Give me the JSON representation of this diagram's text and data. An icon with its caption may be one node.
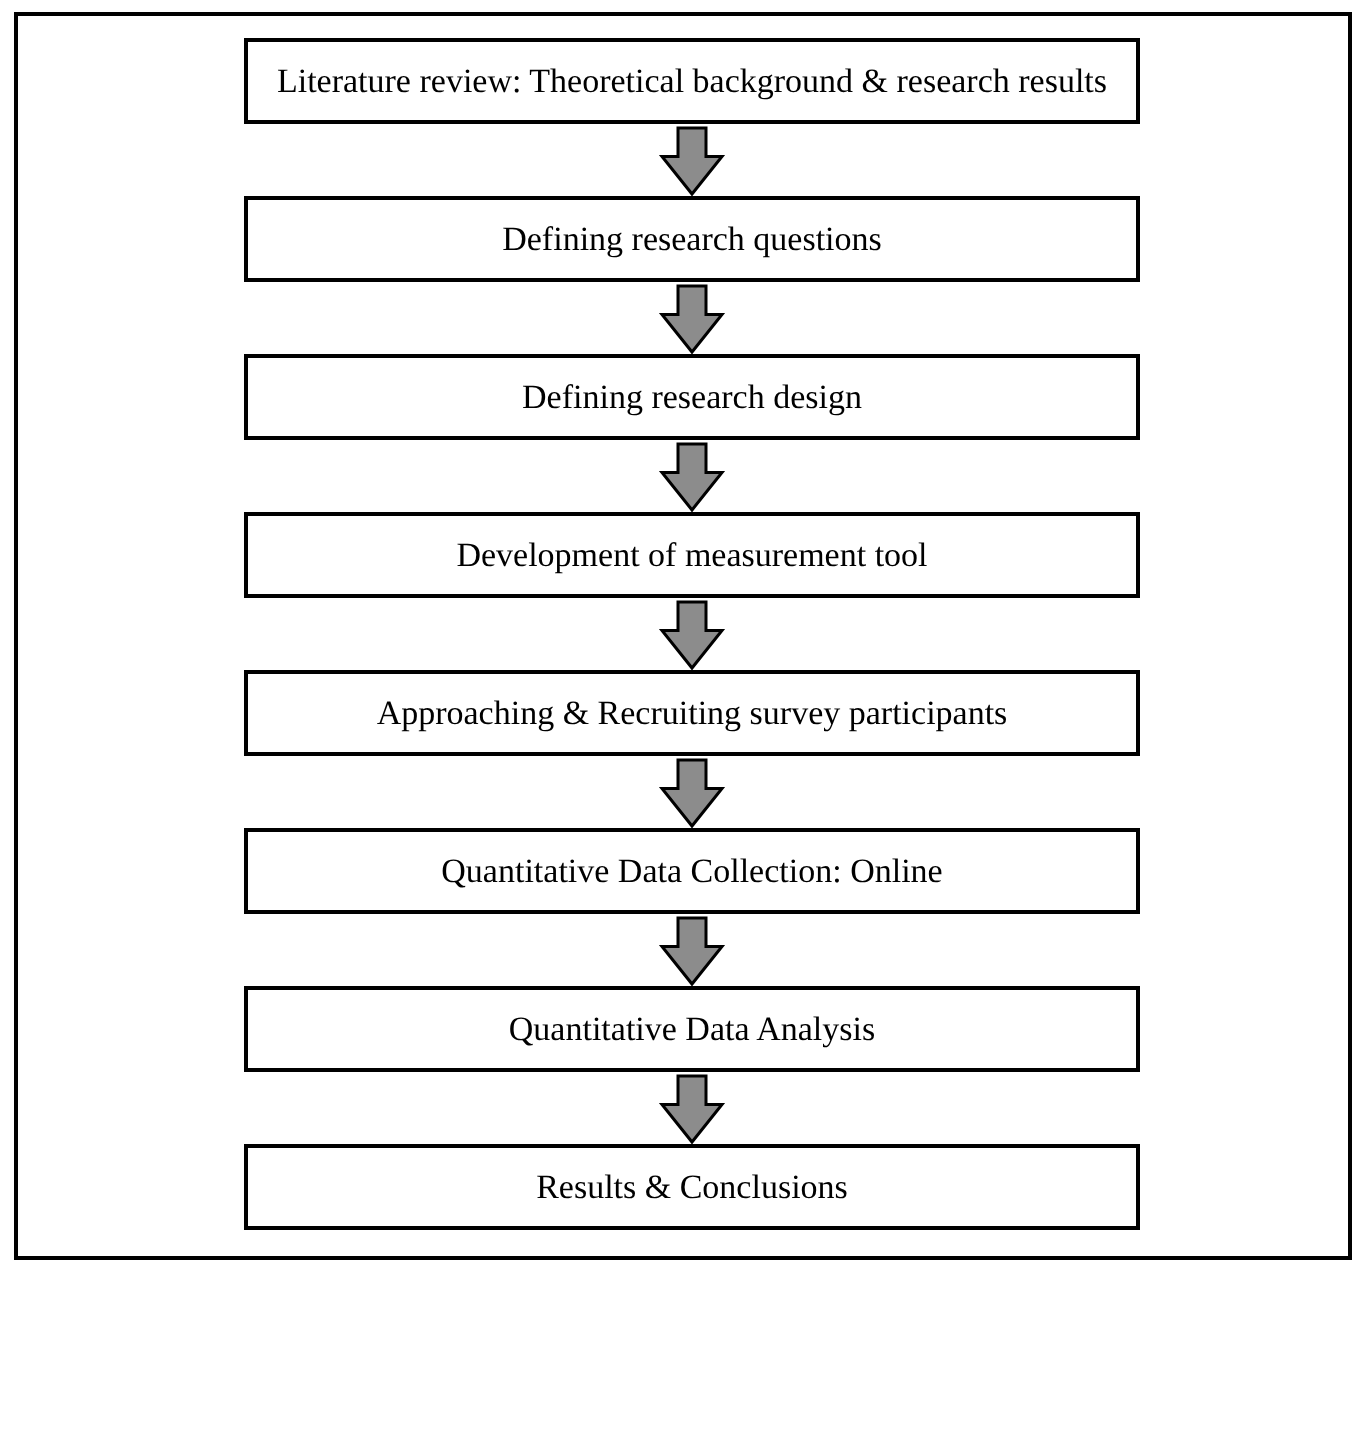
{
  "diagram": {
    "nodes": [
      {
        "text": [
          "Literature review: Theoretical background & research results"
        ]
      },
      {
        "text": [
          "Defining research questions"
        ]
      },
      {
        "text": [
          "Defining research design"
        ]
      },
      {
        "text": [
          "Development of measurement tool"
        ]
      },
      {
        "text": [
          "Approaching & Recruiting survey participants"
        ]
      },
      {
        "text": [
          "Quantitative Data Collection: Online"
        ]
      },
      {
        "text": [
          "Quantitative Data Analysis"
        ]
      },
      {
        "text": [
          "Results & Conclusions"
        ]
      }
    ],
    "edges": [
      {
        "from": 0,
        "to": 1,
        "arrow": "to"
      },
      {
        "from": 1,
        "to": 2,
        "arrow": "to"
      },
      {
        "from": 2,
        "to": 3,
        "arrow": "to"
      },
      {
        "from": 3,
        "to": 4,
        "arrow": "to"
      },
      {
        "from": 4,
        "to": 5,
        "arrow": "to"
      },
      {
        "from": 5,
        "to": 6,
        "arrow": "to"
      },
      {
        "from": 6,
        "to": 7,
        "arrow": "to"
      }
    ]
  }
}
